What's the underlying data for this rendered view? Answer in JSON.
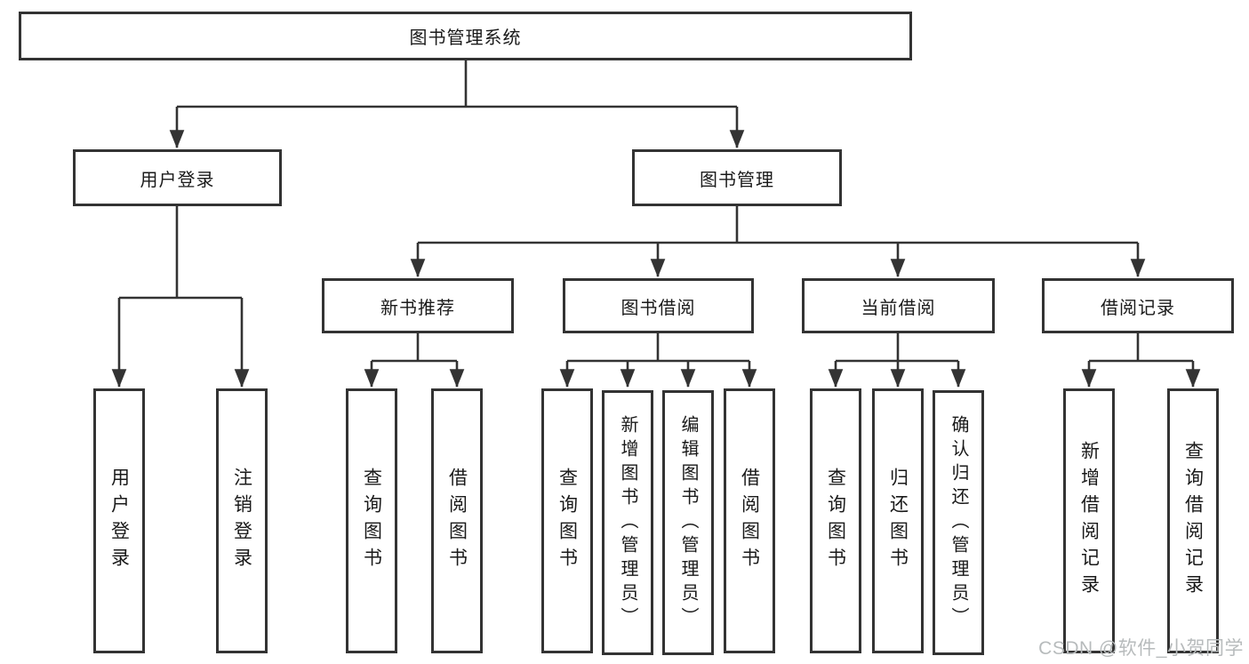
{
  "diagram": {
    "root": {
      "label": "图书管理系统"
    },
    "level2": [
      {
        "label": "用户登录"
      },
      {
        "label": "图书管理"
      }
    ],
    "level3": [
      {
        "label": "新书推荐",
        "parent": "图书管理"
      },
      {
        "label": "图书借阅",
        "parent": "图书管理"
      },
      {
        "label": "当前借阅",
        "parent": "图书管理"
      },
      {
        "label": "借阅记录",
        "parent": "图书管理"
      }
    ],
    "leaves": [
      {
        "label": "用户登录",
        "parent": "用户登录"
      },
      {
        "label": "注销登录",
        "parent": "用户登录"
      },
      {
        "label": "查询图书",
        "parent": "新书推荐"
      },
      {
        "label": "借阅图书",
        "parent": "新书推荐"
      },
      {
        "label": "查询图书",
        "parent": "图书借阅"
      },
      {
        "label": "新增图书（管理员）",
        "parent": "图书借阅"
      },
      {
        "label": "编辑图书（管理员）",
        "parent": "图书借阅"
      },
      {
        "label": "借阅图书",
        "parent": "图书借阅"
      },
      {
        "label": "查询图书",
        "parent": "当前借阅"
      },
      {
        "label": "归还图书",
        "parent": "当前借阅"
      },
      {
        "label": "确认归还（管理员）",
        "parent": "当前借阅"
      },
      {
        "label": "新增借阅记录",
        "parent": "借阅记录"
      },
      {
        "label": "查询借阅记录",
        "parent": "借阅记录"
      }
    ],
    "watermark": "CSDN @软件_小贺同学",
    "colors": {
      "line": "#333333",
      "box_border": "#333333",
      "text": "#1a1a1a",
      "watermark": "#b7bbbc",
      "background": "#ffffff"
    }
  }
}
